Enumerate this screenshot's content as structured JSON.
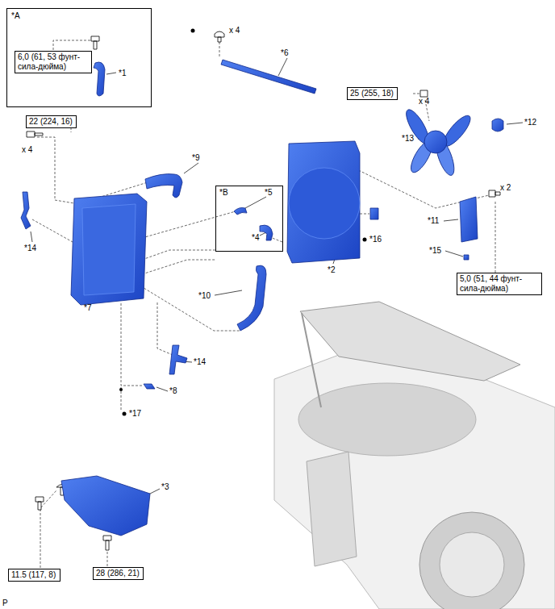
{
  "diagram": {
    "nodes": [
      {
        "text": [
          "*A",
          "*1"
        ]
      },
      {
        "text": [
          "6,0 (61, 53 фунт-сила-дюйма)"
        ],
        "in": 0
      },
      {
        "text": [
          "22 (224, 16)"
        ]
      },
      {
        "text": [
          "25 (255, 18)"
        ]
      },
      {
        "text": [
          "*B",
          "*5",
          "*4"
        ]
      },
      {
        "text": [
          "5,0 (51, 44 фунт-сила-дюйма)"
        ]
      },
      {
        "text": [
          "11.5 (117, 8)"
        ]
      },
      {
        "text": [
          "28 (286, 21)"
        ]
      }
    ],
    "labels": [
      "x 4",
      "*6",
      "x 4",
      "*12",
      "*13",
      "x 4",
      "*9",
      "*14",
      "*2",
      "*16",
      "*11",
      "x 2",
      "*15",
      "*7",
      "*10",
      "*14",
      "*8",
      "*17",
      "*3",
      "P"
    ]
  }
}
